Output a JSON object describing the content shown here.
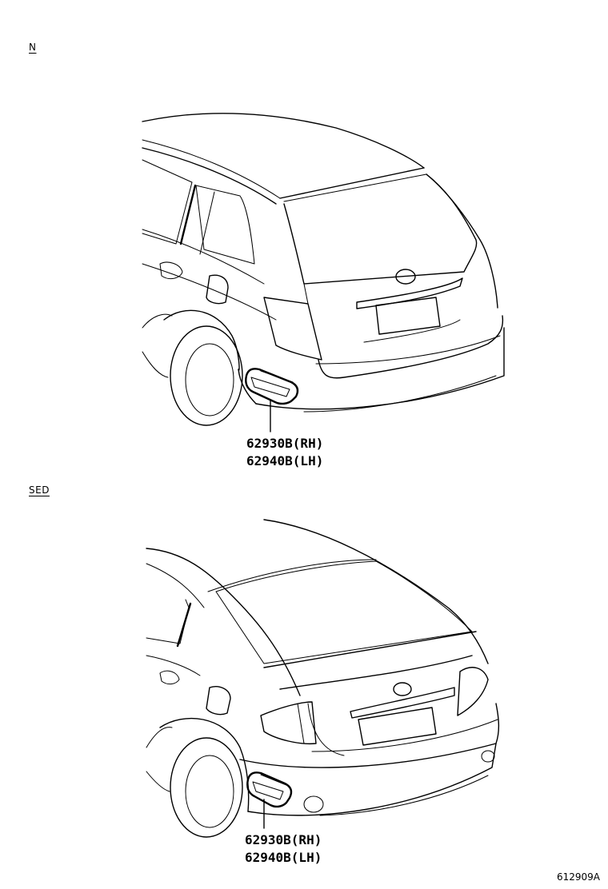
{
  "section_1": {
    "tag": "N",
    "parts": [
      "62930B(RH)",
      "62940B(LH)"
    ]
  },
  "section_2": {
    "tag": "SED",
    "parts": [
      "62930B(RH)",
      "62940B(LH)"
    ]
  },
  "figure_id": "612909A"
}
